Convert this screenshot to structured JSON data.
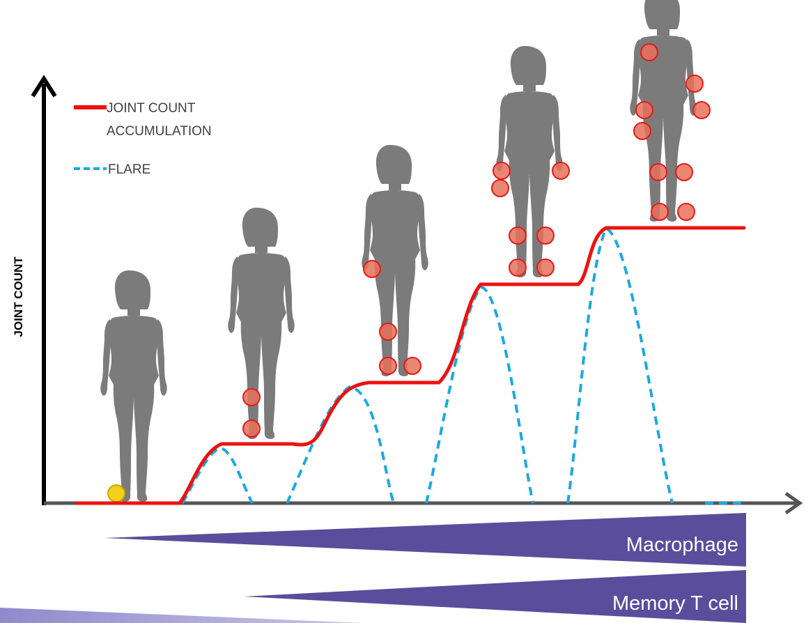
{
  "axes": {
    "y_label": "JOINT COUNT"
  },
  "legend": {
    "accumulation_line1": "JOINT COUNT",
    "accumulation_line2": "ACCUMULATION",
    "flare": "FLARE"
  },
  "wedges": {
    "macrophage": "Macrophage",
    "memory_t_cell": "Memory T cell"
  },
  "colors": {
    "accumulation": "#ee1111",
    "flare": "#1ba9e0",
    "silhouette": "#7b7b7b",
    "joint_fill": "#e8705c",
    "joint_stroke": "#e21b1b",
    "first_joint": "#f0d21e",
    "wedge": "#5a4e9c"
  },
  "figures": [
    {
      "stage": 1,
      "affected_joints": [
        "right-ankle"
      ],
      "joint_color": "yellow"
    },
    {
      "stage": 2,
      "affected_joints": [
        "right-knee",
        "right-ankle"
      ]
    },
    {
      "stage": 3,
      "affected_joints": [
        "left-wrist",
        "left-knee",
        "left-ankle",
        "right-ankle"
      ]
    },
    {
      "stage": 4,
      "affected_joints": [
        "left-wrist",
        "left-hand",
        "right-wrist",
        "left-knee",
        "right-knee",
        "left-ankle",
        "right-ankle"
      ]
    },
    {
      "stage": 5,
      "affected_joints": [
        "left-shoulder",
        "right-elbow",
        "left-wrist",
        "left-hand",
        "right-wrist",
        "left-knee",
        "right-knee",
        "left-ankle",
        "right-ankle"
      ]
    }
  ]
}
